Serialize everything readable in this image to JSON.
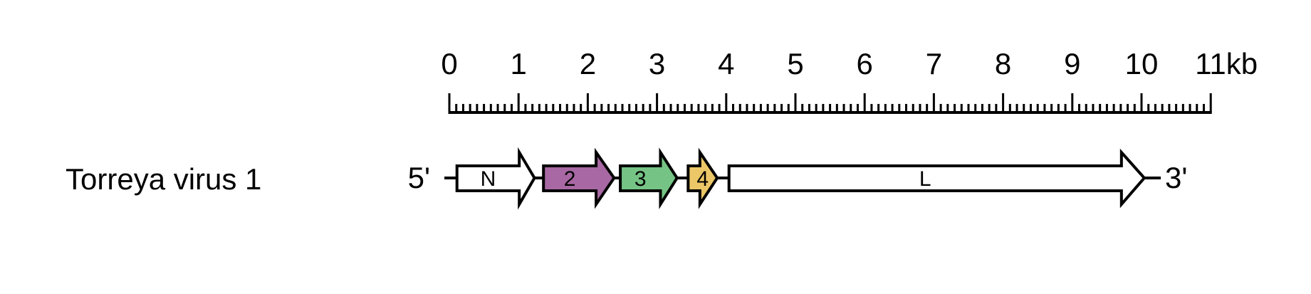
{
  "figure": {
    "title": "Torreya virus 1",
    "five_prime_label": "5'",
    "three_prime_label": "3'",
    "colors": {
      "outline": "#000000",
      "text": "#000000",
      "background": "#ffffff",
      "gene_2_fill": "#a768a3",
      "gene_3_fill": "#76c485",
      "gene_4_fill": "#ecc768",
      "gene_white_fill": "#ffffff"
    },
    "scale": {
      "unit": "kb",
      "min_kb": 0,
      "max_kb": 11,
      "major_interval_kb": 1,
      "minor_interval_kb": 0.1,
      "tick_labels": [
        "0",
        "1",
        "2",
        "3",
        "4",
        "5",
        "6",
        "7",
        "8",
        "9",
        "10",
        "11kb"
      ]
    },
    "genes": [
      {
        "name": "N",
        "fill": "#ffffff",
        "start_kb": 0.11,
        "body_end_kb": 1.01,
        "tip_kb": 1.23
      },
      {
        "name": "2",
        "fill": "#a768a3",
        "start_kb": 1.36,
        "body_end_kb": 2.12,
        "tip_kb": 2.38
      },
      {
        "name": "3",
        "fill": "#76c485",
        "start_kb": 2.47,
        "body_end_kb": 3.05,
        "tip_kb": 3.29
      },
      {
        "name": "4",
        "fill": "#ecc768",
        "start_kb": 3.45,
        "body_end_kb": 3.62,
        "tip_kb": 3.87
      },
      {
        "name": "L",
        "fill": "#ffffff",
        "start_kb": 4.04,
        "body_end_kb": 9.71,
        "tip_kb": 10.04
      }
    ]
  }
}
